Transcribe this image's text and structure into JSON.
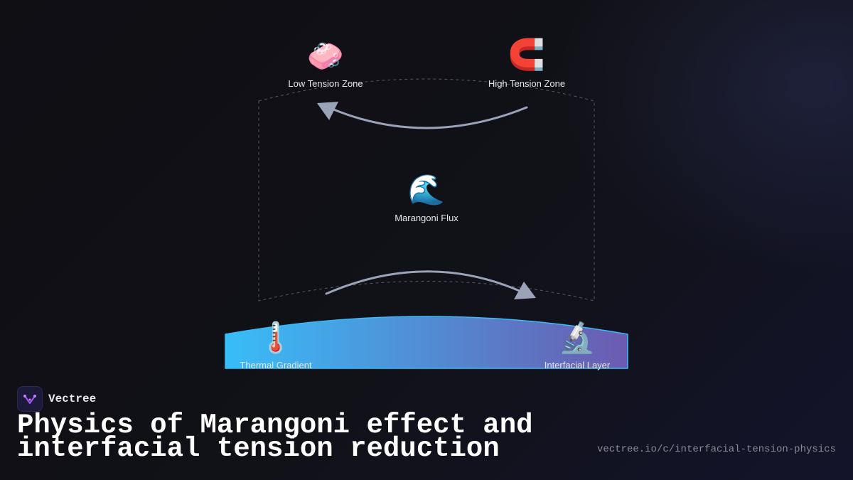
{
  "diagram": {
    "nodes": [
      {
        "id": "low-tension",
        "label": "Low Tension Zone",
        "icon": "soap-icon",
        "glyph": "🧼"
      },
      {
        "id": "high-tension",
        "label": "High Tension Zone",
        "icon": "magnet-icon",
        "glyph": "🧲"
      },
      {
        "id": "marangoni-flux",
        "label": "Marangoni Flux",
        "icon": "wave-icon",
        "glyph": "🌊"
      },
      {
        "id": "thermal-gradient",
        "label": "Thermal Gradient",
        "icon": "thermometer-icon",
        "glyph": "🌡️"
      },
      {
        "id": "interfacial-layer",
        "label": "Interfacial Layer",
        "icon": "microscope-icon",
        "glyph": "🔬"
      }
    ],
    "edges": [
      {
        "from": "high-tension",
        "to": "low-tension"
      },
      {
        "from": "low-tension",
        "to": "high-tension"
      }
    ],
    "colors": {
      "arrow": "#9aa3b8",
      "dashed_frame": "#55586a",
      "band_start": "#38bdf8",
      "band_end": "#6b5bb0"
    }
  },
  "footer": {
    "brand": "Vectree",
    "title": "Physics of Marangoni effect and interfacial tension reduction",
    "url": "vectree.io/c/interfacial-tension-physics"
  }
}
